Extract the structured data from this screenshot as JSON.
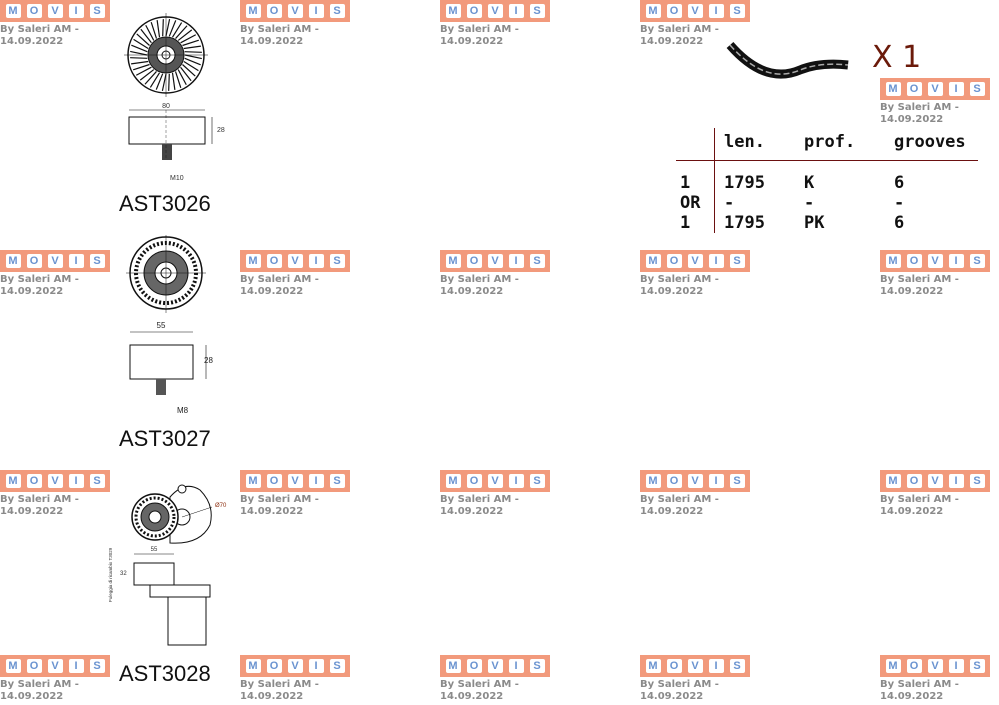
{
  "parts": [
    {
      "code": "AST3026",
      "dim_width": "80",
      "dim_height": "28",
      "thread": "M10"
    },
    {
      "code": "AST3027",
      "dim_width": "55",
      "dim_height": "28",
      "thread": "M8"
    },
    {
      "code": "AST3028",
      "dim_width": "55",
      "dim_height": "32",
      "dim_diameter": "Ø70",
      "side_note": "Puleggia di ricambio T3029"
    }
  ],
  "belt": {
    "quantity": "X 1",
    "headers": [
      "",
      "len.",
      "prof.",
      "grooves"
    ],
    "rows": [
      [
        "1",
        "1795",
        "K",
        "6"
      ],
      [
        "OR",
        "-",
        "-",
        "-"
      ],
      [
        "1",
        "1795",
        "PK",
        "6"
      ]
    ]
  },
  "watermark": {
    "letters": [
      "M",
      "O",
      "V",
      "I",
      "S"
    ],
    "signature": "By Saleri AM - 14.09.2022",
    "color": "#f29a7c"
  }
}
